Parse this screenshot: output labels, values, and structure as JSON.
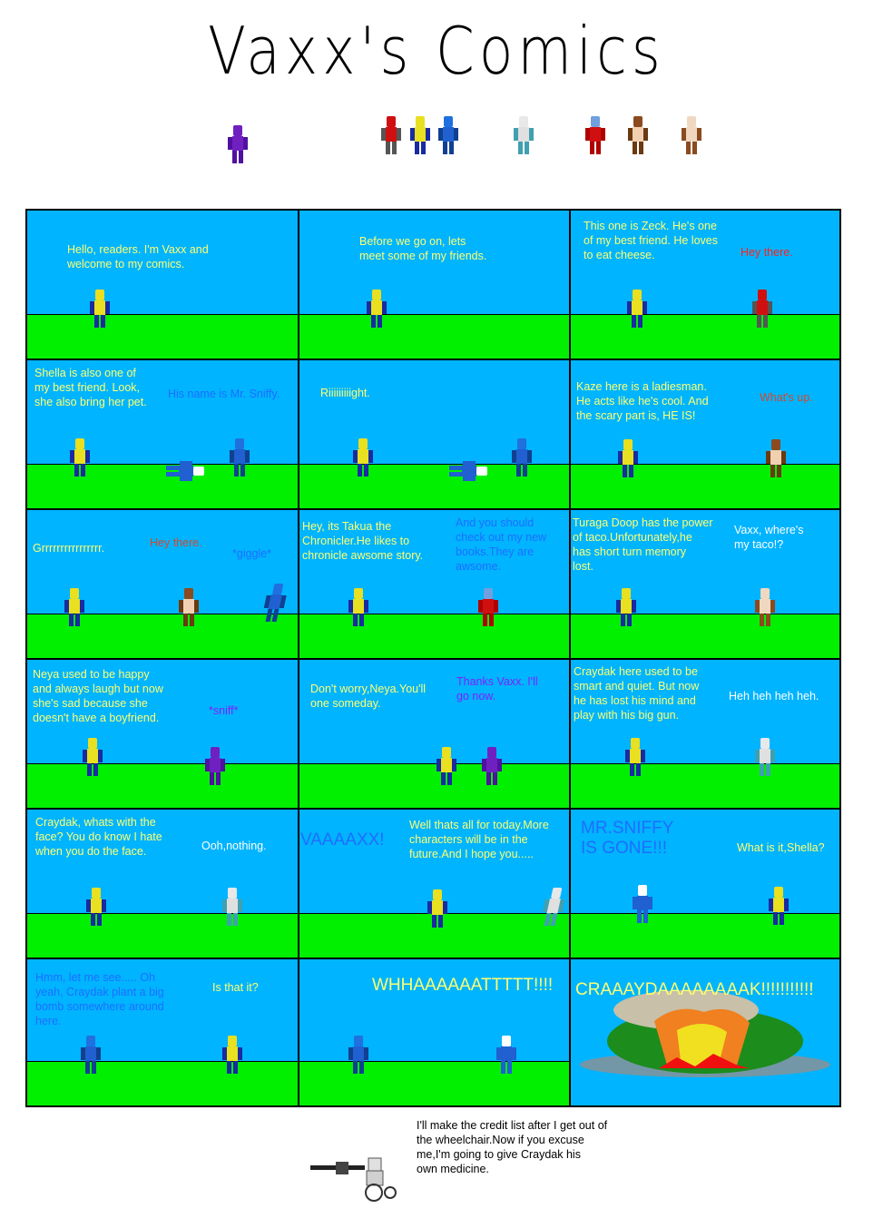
{
  "title": "Vaxx's Comics",
  "characters": {
    "vaxx": {
      "head": "#e8e020",
      "body": "#e8e020",
      "limbs": "#1a2aa0"
    },
    "zeck": {
      "head": "#d01010",
      "body": "#d01010",
      "limbs": "#555555"
    },
    "shella": {
      "head": "#2070e0",
      "body": "#2060d0",
      "limbs": "#104090"
    },
    "kaze": {
      "head": "#8b4a20",
      "body": "#f0d0b0",
      "limbs": "#6b3a10"
    },
    "takua": {
      "head": "#70a0e0",
      "body": "#d01010",
      "limbs": "#b00000"
    },
    "doop": {
      "head": "#f0d8c0",
      "body": "#f0d8c0",
      "limbs": "#8b4a20"
    },
    "neya": {
      "head": "#7020c0",
      "body": "#7020c0",
      "limbs": "#5010a0"
    },
    "craydak": {
      "head": "#e8e8e8",
      "body": "#e0e0e0",
      "limbs": "#40a0b0"
    },
    "sniffy": {
      "head": "#ffffff",
      "body": "#2060d0",
      "limbs": "#2060d0"
    }
  },
  "colors": {
    "sky": "#00b4ff",
    "ground": "#00f000",
    "yellow_text": "#ffff70",
    "blue_text": "#1e6eff"
  },
  "panels": [
    {
      "dialogues": [
        {
          "text": "Hello, readers. I'm Vaxx and\nwelcome to my comics."
        }
      ]
    },
    {
      "dialogues": [
        {
          "text": "Before we go on, lets\nmeet some of my friends."
        }
      ]
    },
    {
      "dialogues": [
        {
          "text": "This one is Zeck. He's one\nof my best friend. He loves\nto eat cheese."
        },
        {
          "text": "Hey there."
        }
      ]
    },
    {
      "dialogues": [
        {
          "text": "Shella is also one of\nmy best friend. Look,\nshe also bring her pet."
        },
        {
          "text": "His name is Mr. Sniffy."
        }
      ]
    },
    {
      "dialogues": [
        {
          "text": "Riiiiiiiiight."
        }
      ]
    },
    {
      "dialogues": [
        {
          "text": "Kaze here is a ladiesman.\nHe acts like he's cool. And\nthe scary part is, HE IS!"
        },
        {
          "text": "What's up."
        }
      ]
    },
    {
      "dialogues": [
        {
          "text": "Grrrrrrrrrrrrrrrr."
        },
        {
          "text": "Hey there."
        },
        {
          "text": "*giggle*"
        }
      ]
    },
    {
      "dialogues": [
        {
          "text": "Hey, its Takua the\nChronicler.He likes to\nchronicle awsome story."
        },
        {
          "text": "And you should\ncheck out my new\nbooks.They are\nawsome."
        }
      ]
    },
    {
      "dialogues": [
        {
          "text": "Turaga Doop has the power\nof taco.Unfortunately,he\nhas short turn memory\nlost."
        },
        {
          "text": "Vaxx, where's\nmy taco!?"
        }
      ]
    },
    {
      "dialogues": [
        {
          "text": "Neya used to be happy\nand always laugh but now\nshe's sad because she\ndoesn't have a boyfriend."
        },
        {
          "text": "*sniff*"
        }
      ]
    },
    {
      "dialogues": [
        {
          "text": "Don't worry,Neya.You'll\none someday."
        },
        {
          "text": "Thanks Vaxx. I'll\ngo now."
        }
      ]
    },
    {
      "dialogues": [
        {
          "text": "Craydak here used to be\nsmart and quiet. But now\nhe has lost his mind and\nplay with his big gun."
        },
        {
          "text": "Heh heh heh heh."
        }
      ]
    },
    {
      "dialogues": [
        {
          "text": "Craydak, whats with the\nface? You do know I hate\nwhen you do the face."
        },
        {
          "text": "Ooh,nothing."
        }
      ]
    },
    {
      "dialogues": [
        {
          "text": "VAAAAXX!"
        },
        {
          "text": "Well thats all for today.More\ncharacters will be in the\nfuture.And I hope you....."
        }
      ]
    },
    {
      "dialogues": [
        {
          "text": "MR.SNIFFY\nIS GONE!!!"
        },
        {
          "text": "What is it,Shella?"
        }
      ]
    },
    {
      "dialogues": [
        {
          "text": "Hmm, let me see..... Oh\nyeah, Craydak plant a big\nbomb somewhere around\nhere."
        },
        {
          "text": "Is that it?"
        }
      ]
    },
    {
      "dialogues": [
        {
          "text": "WHHAAAAAATTTTT!!!!"
        }
      ]
    },
    {
      "dialogues": [
        {
          "text": "CRAAAYDAAAAAAAAK!!!!!!!!!!!"
        }
      ]
    }
  ],
  "footer": {
    "text": "I'll make the credit list after I get out of\nthe wheelchair.Now if you excuse\nme,I'm going to give Craydak his\nown medicine."
  }
}
